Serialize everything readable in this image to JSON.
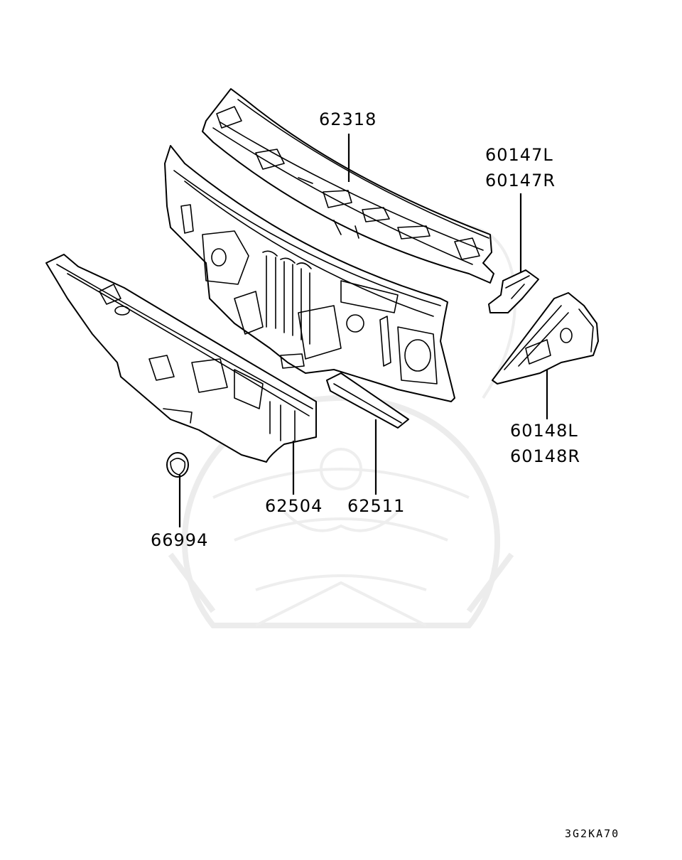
{
  "diagram": {
    "type": "exploded-parts-diagram",
    "subject": "cowl top / dash panel assembly",
    "reference_code": "3G2KA70",
    "callouts": [
      {
        "id": "62318",
        "lines": [
          "62318"
        ],
        "part": "cowl-top-panel"
      },
      {
        "id": "60147",
        "lines": [
          "60147L",
          "60147R"
        ],
        "part": "cowl-side-bracket"
      },
      {
        "id": "60148",
        "lines": [
          "60148L",
          "60148R"
        ],
        "part": "front-pillar-side-panel"
      },
      {
        "id": "62504",
        "lines": [
          "62504"
        ],
        "part": "dash-insulator-panel"
      },
      {
        "id": "62511",
        "lines": [
          "62511"
        ],
        "part": "dash-panel-reinforcement"
      },
      {
        "id": "66994",
        "lines": [
          "66994"
        ],
        "part": "grommet-clip"
      }
    ],
    "watermark": "faint-samurai-mask-logo",
    "colors": {
      "line": "#000000",
      "background": "#ffffff",
      "watermark": "#ececec"
    }
  }
}
